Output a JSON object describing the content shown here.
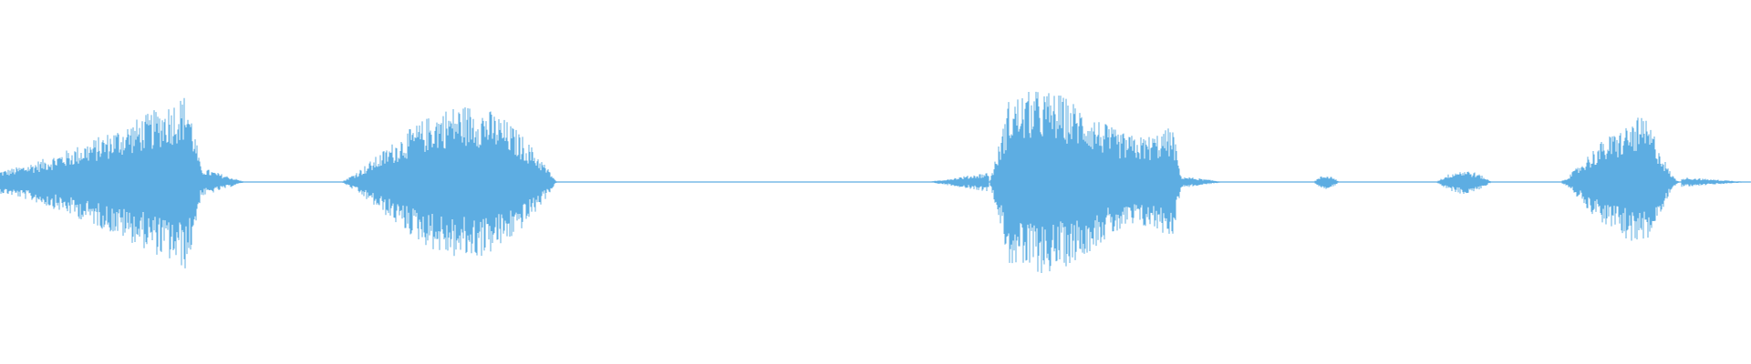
{
  "waveform": {
    "color": "#5dade2",
    "background": "#ffffff",
    "sample_count": 1920,
    "amplitude_range": [
      -1,
      1
    ],
    "segments": [
      {
        "start": 0.0,
        "end": 0.115,
        "peak": 0.97,
        "shape": "ramp-up"
      },
      {
        "start": 0.115,
        "end": 0.14,
        "peak": 0.15,
        "shape": "tail"
      },
      {
        "start": 0.195,
        "end": 0.318,
        "peak": 0.93,
        "shape": "swell"
      },
      {
        "start": 0.53,
        "end": 0.565,
        "peak": 0.1,
        "shape": "onset"
      },
      {
        "start": 0.565,
        "end": 0.675,
        "peak": 0.92,
        "shape": "plateau"
      },
      {
        "start": 0.675,
        "end": 0.7,
        "peak": 0.06,
        "shape": "tail"
      },
      {
        "start": 0.75,
        "end": 0.765,
        "peak": 0.07,
        "shape": "blip"
      },
      {
        "start": 0.82,
        "end": 0.852,
        "peak": 0.12,
        "shape": "blip"
      },
      {
        "start": 0.89,
        "end": 0.96,
        "peak": 0.96,
        "shape": "spike"
      },
      {
        "start": 0.96,
        "end": 1.0,
        "peak": 0.05,
        "shape": "tail"
      }
    ]
  }
}
